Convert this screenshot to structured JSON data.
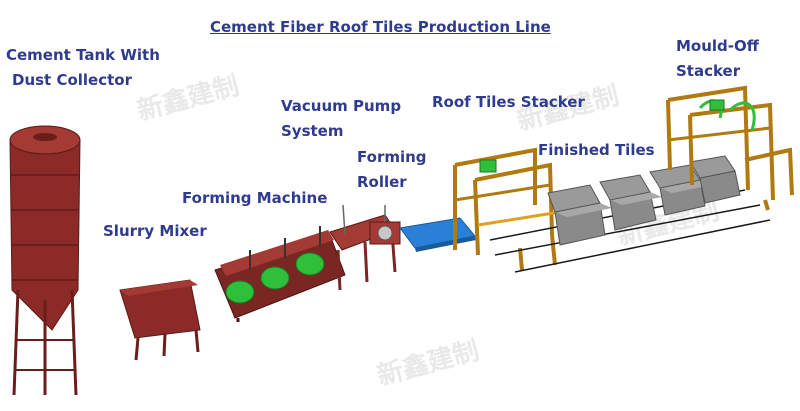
{
  "title": "Cement Fiber Roof Tiles Production Line ",
  "labels": {
    "cement_tank": [
      "Cement Tank With",
      "Dust Collector"
    ],
    "slurry_mixer": "Slurry Mixer",
    "forming_machine": "Forming Machine",
    "vacuum_pump": [
      "Vacuum Pump",
      "System"
    ],
    "forming_roller": [
      "Forming",
      "Roller"
    ],
    "roof_tiles_stacker": "Roof Tiles Stacker",
    "finished_tiles": "Finished Tiles",
    "mould_off_stacker": [
      "Mould-Off",
      "Stacker"
    ]
  },
  "watermark": "新鑫建制",
  "colors": {
    "label_text": "#2f3b8f",
    "tank_red": "#8b2a26",
    "frame_orange": "#e0a020",
    "motor_green": "#2fbf3a",
    "belt_blue": "#2a7fd6",
    "tile_gray": "#8a8a8a",
    "rail_black": "#1a1a1a"
  }
}
